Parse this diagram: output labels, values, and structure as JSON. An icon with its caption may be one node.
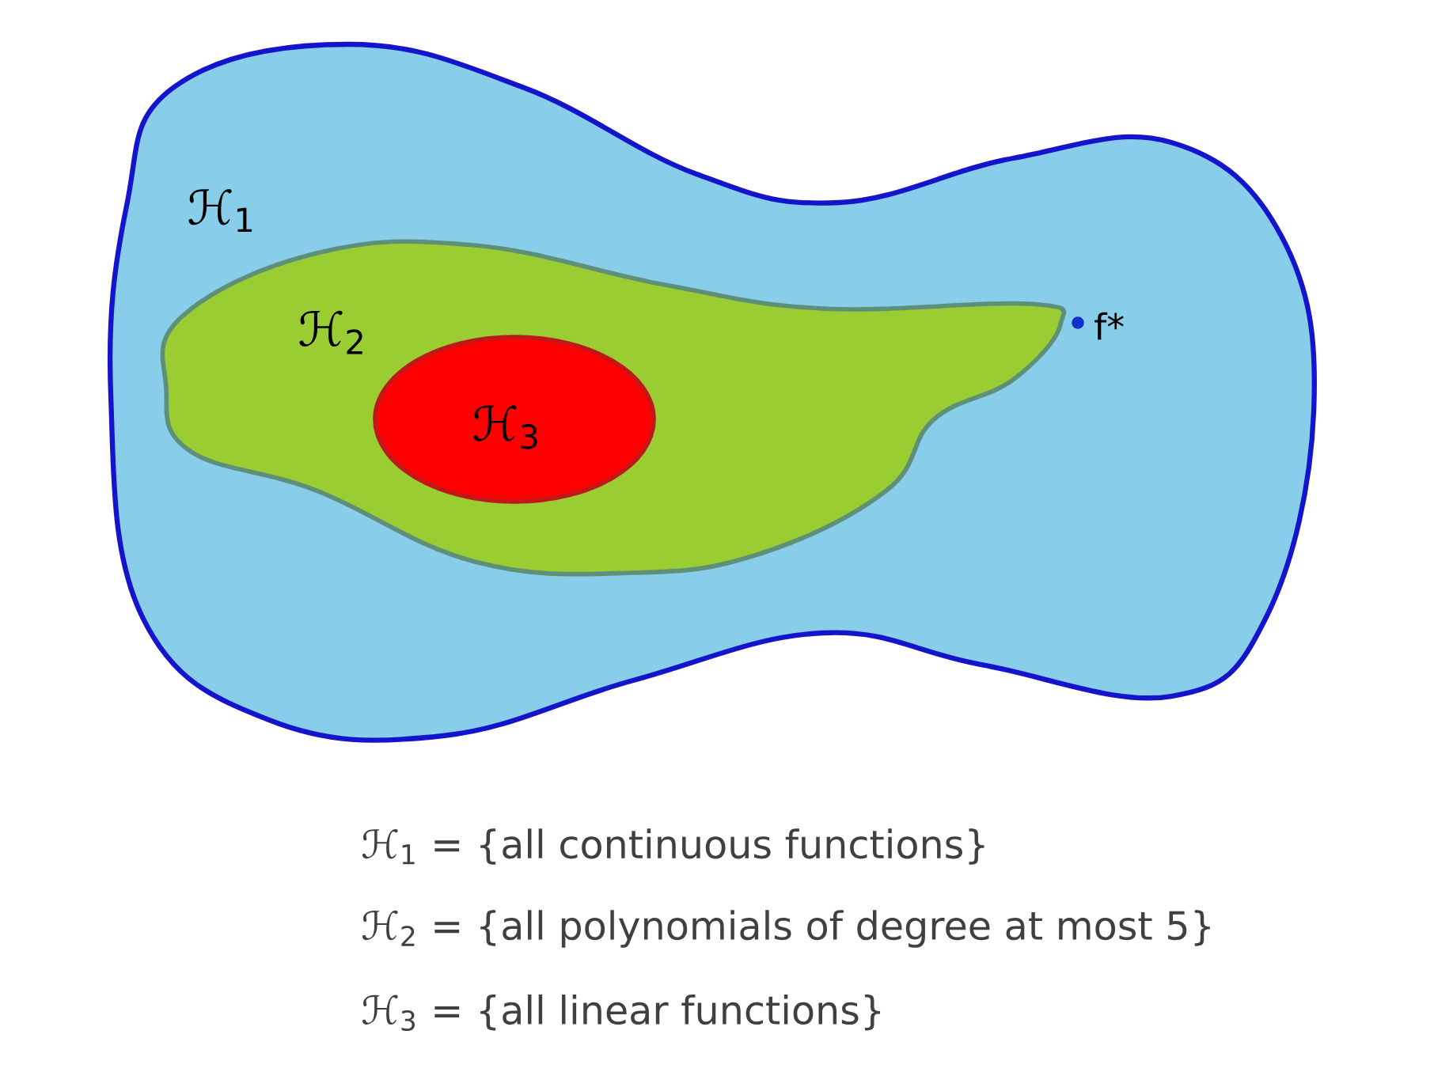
{
  "diagram": {
    "nodes": [
      {
        "text": [
          "ℋ$_{1}$"
        ]
      },
      {
        "text": [
          "ℋ$_{2}$"
        ],
        "in": 0
      },
      {
        "text": [
          "ℋ$_{3}$"
        ],
        "in": 1
      },
      {
        "text": [
          "f*"
        ],
        "in": 0
      }
    ],
    "labels": [
      "ℋ$_{1}$ = {all continuous functions}",
      "ℋ$_{2}$ = {all polynomials of degree at most 5}",
      "ℋ$_{3}$ = {all linear functions}"
    ]
  }
}
